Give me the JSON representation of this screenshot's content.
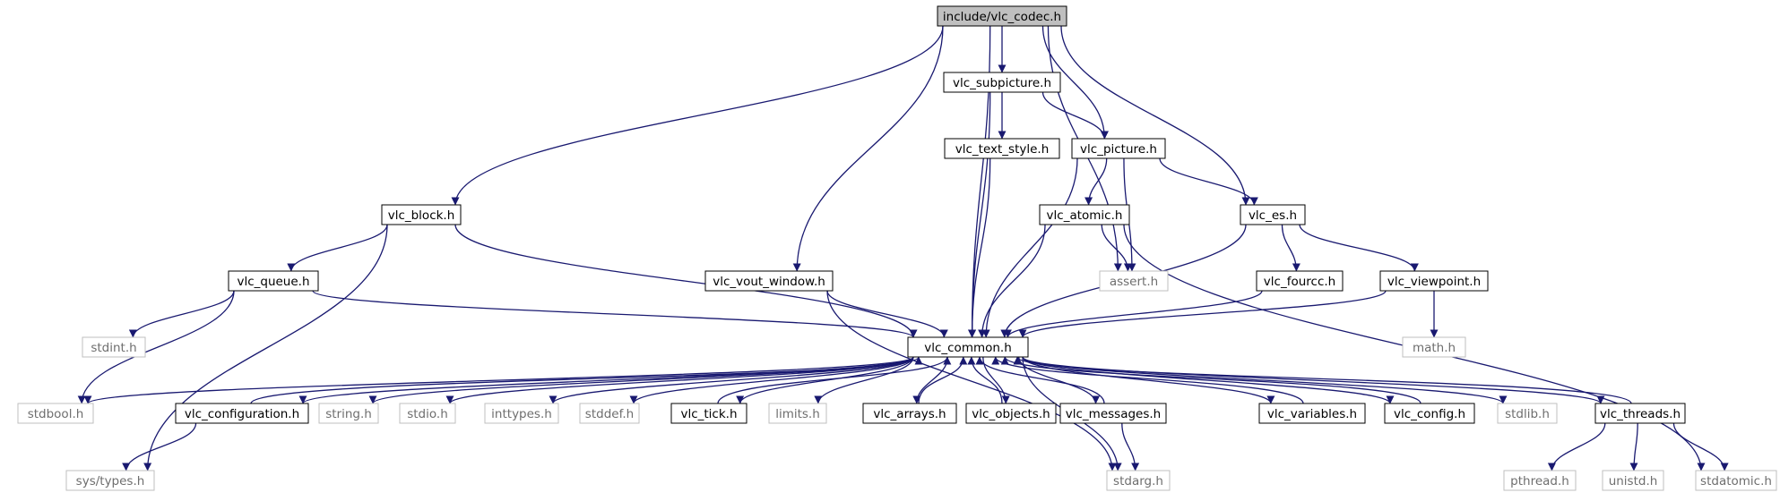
{
  "graph": {
    "colors": {
      "edge": "#191970",
      "root_fill": "#bfbfbf",
      "node_border": "#000000",
      "external_border": "#bfbfbf",
      "external_text": "#6e6e6e"
    },
    "nodes": [
      {
        "id": "codec",
        "label": "include/vlc_codec.h",
        "kind": "root"
      },
      {
        "id": "subpicture",
        "label": "vlc_subpicture.h",
        "kind": "header"
      },
      {
        "id": "text_style",
        "label": "vlc_text_style.h",
        "kind": "header"
      },
      {
        "id": "picture",
        "label": "vlc_picture.h",
        "kind": "header"
      },
      {
        "id": "block",
        "label": "vlc_block.h",
        "kind": "header"
      },
      {
        "id": "atomic",
        "label": "vlc_atomic.h",
        "kind": "header"
      },
      {
        "id": "es",
        "label": "vlc_es.h",
        "kind": "header"
      },
      {
        "id": "queue",
        "label": "vlc_queue.h",
        "kind": "header"
      },
      {
        "id": "vout_window",
        "label": "vlc_vout_window.h",
        "kind": "header"
      },
      {
        "id": "assert",
        "label": "assert.h",
        "kind": "external"
      },
      {
        "id": "fourcc",
        "label": "vlc_fourcc.h",
        "kind": "header"
      },
      {
        "id": "viewpoint",
        "label": "vlc_viewpoint.h",
        "kind": "header"
      },
      {
        "id": "stdint",
        "label": "stdint.h",
        "kind": "external"
      },
      {
        "id": "common",
        "label": "vlc_common.h",
        "kind": "header"
      },
      {
        "id": "math",
        "label": "math.h",
        "kind": "external"
      },
      {
        "id": "stdbool",
        "label": "stdbool.h",
        "kind": "external"
      },
      {
        "id": "configuration",
        "label": "vlc_configuration.h",
        "kind": "header"
      },
      {
        "id": "string",
        "label": "string.h",
        "kind": "external"
      },
      {
        "id": "stdio",
        "label": "stdio.h",
        "kind": "external"
      },
      {
        "id": "inttypes",
        "label": "inttypes.h",
        "kind": "external"
      },
      {
        "id": "stddef",
        "label": "stddef.h",
        "kind": "external"
      },
      {
        "id": "tick",
        "label": "vlc_tick.h",
        "kind": "header"
      },
      {
        "id": "limits",
        "label": "limits.h",
        "kind": "external"
      },
      {
        "id": "arrays",
        "label": "vlc_arrays.h",
        "kind": "header"
      },
      {
        "id": "objects",
        "label": "vlc_objects.h",
        "kind": "header"
      },
      {
        "id": "messages",
        "label": "vlc_messages.h",
        "kind": "header"
      },
      {
        "id": "variables",
        "label": "vlc_variables.h",
        "kind": "header"
      },
      {
        "id": "config",
        "label": "vlc_config.h",
        "kind": "header"
      },
      {
        "id": "stdlib",
        "label": "stdlib.h",
        "kind": "external"
      },
      {
        "id": "threads",
        "label": "vlc_threads.h",
        "kind": "header"
      },
      {
        "id": "sys_types",
        "label": "sys/types.h",
        "kind": "external"
      },
      {
        "id": "stdarg",
        "label": "stdarg.h",
        "kind": "external"
      },
      {
        "id": "pthread",
        "label": "pthread.h",
        "kind": "external"
      },
      {
        "id": "unistd",
        "label": "unistd.h",
        "kind": "external"
      },
      {
        "id": "stdatomic",
        "label": "stdatomic.h",
        "kind": "external"
      }
    ],
    "edges": [
      [
        "codec",
        "subpicture"
      ],
      [
        "codec",
        "picture"
      ],
      [
        "codec",
        "block"
      ],
      [
        "codec",
        "vout_window"
      ],
      [
        "codec",
        "common"
      ],
      [
        "codec",
        "es"
      ],
      [
        "codec",
        "assert"
      ],
      [
        "subpicture",
        "text_style"
      ],
      [
        "subpicture",
        "picture"
      ],
      [
        "subpicture",
        "common"
      ],
      [
        "text_style",
        "common"
      ],
      [
        "picture",
        "atomic"
      ],
      [
        "picture",
        "es"
      ],
      [
        "picture",
        "common"
      ],
      [
        "picture",
        "assert"
      ],
      [
        "atomic",
        "assert"
      ],
      [
        "atomic",
        "common"
      ],
      [
        "atomic",
        "stdatomic"
      ],
      [
        "es",
        "fourcc"
      ],
      [
        "es",
        "viewpoint"
      ],
      [
        "es",
        "common"
      ],
      [
        "fourcc",
        "common"
      ],
      [
        "viewpoint",
        "math"
      ],
      [
        "viewpoint",
        "common"
      ],
      [
        "block",
        "queue"
      ],
      [
        "block",
        "common"
      ],
      [
        "block",
        "sys_types"
      ],
      [
        "queue",
        "stdint"
      ],
      [
        "queue",
        "stdbool"
      ],
      [
        "queue",
        "common"
      ],
      [
        "vout_window",
        "common"
      ],
      [
        "vout_window",
        "stdarg"
      ],
      [
        "common",
        "stdbool"
      ],
      [
        "common",
        "configuration"
      ],
      [
        "common",
        "string"
      ],
      [
        "common",
        "stdio"
      ],
      [
        "common",
        "inttypes"
      ],
      [
        "common",
        "stddef"
      ],
      [
        "common",
        "tick"
      ],
      [
        "common",
        "limits"
      ],
      [
        "common",
        "arrays"
      ],
      [
        "common",
        "objects"
      ],
      [
        "common",
        "messages"
      ],
      [
        "common",
        "variables"
      ],
      [
        "common",
        "config"
      ],
      [
        "common",
        "stdlib"
      ],
      [
        "common",
        "threads"
      ],
      [
        "common",
        "stdarg"
      ],
      [
        "configuration",
        "common"
      ],
      [
        "configuration",
        "sys_types"
      ],
      [
        "tick",
        "common"
      ],
      [
        "arrays",
        "common"
      ],
      [
        "objects",
        "common"
      ],
      [
        "messages",
        "common"
      ],
      [
        "messages",
        "stdarg"
      ],
      [
        "variables",
        "common"
      ],
      [
        "config",
        "common"
      ],
      [
        "threads",
        "common"
      ],
      [
        "threads",
        "pthread"
      ],
      [
        "threads",
        "unistd"
      ],
      [
        "threads",
        "stdatomic"
      ]
    ]
  }
}
